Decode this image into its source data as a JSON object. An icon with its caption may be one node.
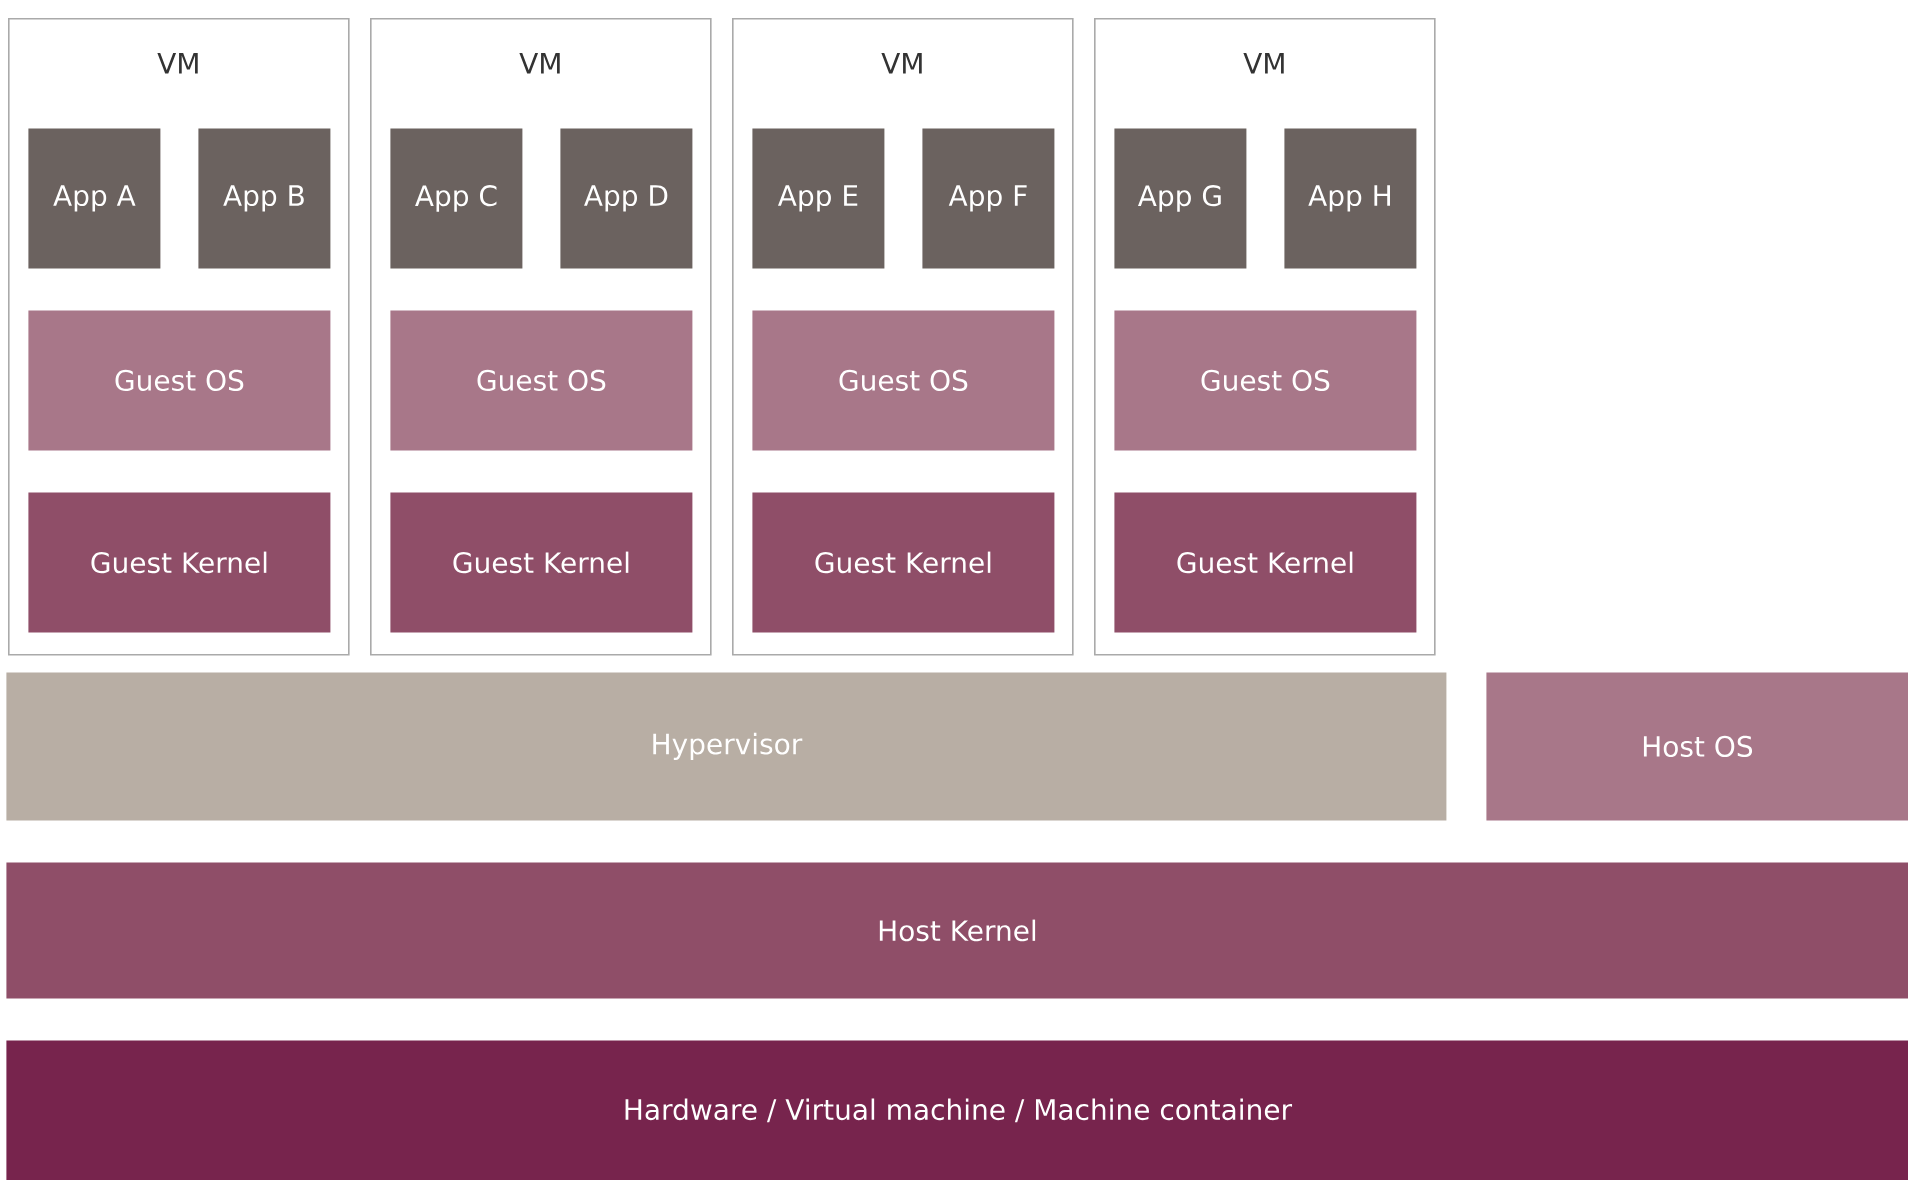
{
  "diagram": {
    "nodes": [
      {
        "text": [
          "VM"
        ]
      },
      {
        "text": [
          "App A"
        ],
        "in": 0
      },
      {
        "text": [
          "App B"
        ],
        "in": 0
      },
      {
        "text": [
          "Guest OS"
        ],
        "in": 0
      },
      {
        "text": [
          "Guest Kernel"
        ],
        "in": 0
      },
      {
        "text": [
          "VM"
        ]
      },
      {
        "text": [
          "App C"
        ],
        "in": 5
      },
      {
        "text": [
          "App D"
        ],
        "in": 5
      },
      {
        "text": [
          "Guest OS"
        ],
        "in": 5
      },
      {
        "text": [
          "Guest Kernel"
        ],
        "in": 5
      },
      {
        "text": [
          "VM"
        ]
      },
      {
        "text": [
          "App E"
        ],
        "in": 10
      },
      {
        "text": [
          "App F"
        ],
        "in": 10
      },
      {
        "text": [
          "Guest OS"
        ],
        "in": 10
      },
      {
        "text": [
          "Guest Kernel"
        ],
        "in": 10
      },
      {
        "text": [
          "VM"
        ]
      },
      {
        "text": [
          "App G"
        ],
        "in": 15
      },
      {
        "text": [
          "App H"
        ],
        "in": 15
      },
      {
        "text": [
          "Guest OS"
        ],
        "in": 15
      },
      {
        "text": [
          "Guest Kernel"
        ],
        "in": 15
      },
      {
        "text": [
          "Hypervisor"
        ]
      },
      {
        "text": [
          "Host OS"
        ]
      },
      {
        "text": [
          "Host Kernel"
        ]
      },
      {
        "text": [
          "Hardware / Virtual machine / Machine container"
        ]
      }
    ],
    "edges": []
  }
}
